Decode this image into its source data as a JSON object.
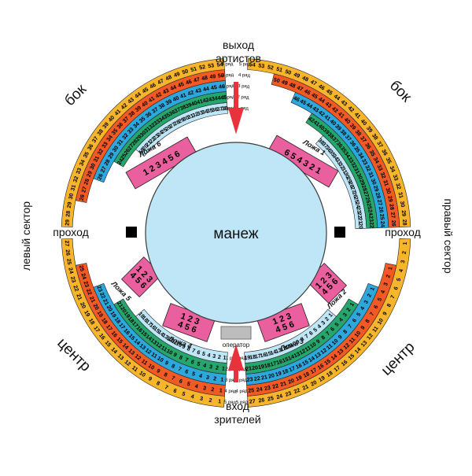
{
  "colors": {
    "arena": "#bfe6f6",
    "arena_stroke": "#3a3a3a",
    "row1": "#bfe6f6",
    "row2": "#26a56c",
    "row3": "#2ea7dc",
    "row4": "#f15a24",
    "row5": "#f7b52c",
    "box": "#ea5f9e",
    "arrow": "#e8333c",
    "operator_box": "#bdbdbd",
    "block": "#000000"
  },
  "labels": {
    "arena": "манеж",
    "exit": [
      "выход",
      "артистов"
    ],
    "entrance": [
      "вход",
      "зрителей"
    ],
    "aisle_left": "проход",
    "aisle_right": "проход",
    "left_sector": "левый сектор",
    "right_sector": "правый сектор",
    "side_left": "бок",
    "side_right": "бок",
    "center_left": "центр",
    "center_right": "центр",
    "operator": "оператор",
    "row_word": "ряд"
  },
  "sections": [
    {
      "id": "top-left",
      "rows": [
        {
          "row": "1",
          "seats": [
            "19",
            "20",
            "21",
            "22",
            "23",
            "24",
            "25",
            "26",
            "27",
            "28",
            "29",
            "30",
            "31",
            "32",
            "33",
            "34",
            "35",
            "36",
            "37",
            "38"
          ]
        },
        {
          "row": "2",
          "seats": [
            "24",
            "25",
            "26",
            "27",
            "28",
            "29",
            "30",
            "31",
            "32",
            "33",
            "34",
            "35",
            "36",
            "37",
            "38",
            "39",
            "40",
            "41",
            "42",
            "43",
            "44",
            "45"
          ]
        },
        {
          "row": "3",
          "seats": [
            "26",
            "27",
            "28",
            "29",
            "30",
            "31",
            "32",
            "33",
            "34",
            "35",
            "36",
            "37",
            "38",
            "39",
            "40",
            "41",
            "42",
            "43",
            "44",
            "45",
            "46"
          ]
        },
        {
          "row": "4",
          "seats": [
            "26",
            "27",
            "28",
            "29",
            "30",
            "31",
            "32",
            "33",
            "34",
            "35",
            "36",
            "37",
            "38",
            "39",
            "40",
            "41",
            "42",
            "43",
            "44",
            "45",
            "46",
            "47",
            "48",
            "49",
            "50"
          ]
        },
        {
          "row": "5",
          "seats": [
            "29",
            "28",
            "29",
            "30",
            "31",
            "32",
            "33",
            "34",
            "35",
            "36",
            "37",
            "38",
            "39",
            "40",
            "41",
            "42",
            "43",
            "44",
            "45",
            "46",
            "47",
            "48",
            "49",
            "50",
            "51",
            "52",
            "53",
            "54"
          ]
        }
      ]
    },
    {
      "id": "top-right",
      "rows": [
        {
          "row": "1",
          "seats": [
            "38",
            "37",
            "36",
            "35",
            "34",
            "33",
            "32",
            "31",
            "30",
            "29",
            "28",
            "27",
            "26",
            "25",
            "24",
            "23",
            "22",
            "21",
            "20"
          ]
        },
        {
          "row": "2",
          "seats": [
            "42",
            "41",
            "40",
            "39",
            "38",
            "37",
            "36",
            "35",
            "34",
            "33",
            "32",
            "31",
            "30",
            "29",
            "28",
            "27",
            "26",
            "25",
            "24",
            "23",
            "22"
          ]
        },
        {
          "row": "3",
          "seats": [
            "46",
            "45",
            "44",
            "43",
            "42",
            "41",
            "40",
            "39",
            "38",
            "37",
            "36",
            "35",
            "34",
            "33",
            "32",
            "31",
            "30",
            "29",
            "28",
            "27",
            "26",
            "25",
            "24"
          ]
        },
        {
          "row": "4",
          "seats": [
            "50",
            "49",
            "48",
            "47",
            "46",
            "45",
            "44",
            "43",
            "42",
            "41",
            "40",
            "39",
            "38",
            "37",
            "36",
            "35",
            "34",
            "33",
            "32",
            "31",
            "30",
            "29",
            "28",
            "27",
            "26"
          ]
        },
        {
          "row": "5",
          "seats": [
            "54",
            "53",
            "52",
            "51",
            "50",
            "49",
            "48",
            "47",
            "46",
            "45",
            "44",
            "43",
            "42",
            "41",
            "40",
            "39",
            "38",
            "37",
            "36",
            "35",
            "34",
            "33",
            "32",
            "31",
            "30",
            "29",
            "28"
          ]
        }
      ]
    },
    {
      "id": "bottom-left",
      "rows": [
        {
          "row": "1",
          "seats": [
            "19",
            "18",
            "17",
            "16",
            "15",
            "14",
            "13",
            "12",
            "11",
            "10",
            "9",
            "8",
            "7",
            "6",
            "5",
            "4",
            "3",
            "2",
            "1"
          ]
        },
        {
          "row": "2",
          "seats": [
            "21",
            "20",
            "19",
            "18",
            "17",
            "16",
            "15",
            "14",
            "13",
            "12",
            "11",
            "10",
            "9",
            "8",
            "7",
            "6",
            "5",
            "4",
            "3",
            "2",
            "1"
          ]
        },
        {
          "row": "3",
          "seats": [
            "23",
            "22",
            "21",
            "20",
            "19",
            "18",
            "17",
            "16",
            "15",
            "14",
            "13",
            "12",
            "11",
            "10",
            "9",
            "8",
            "7",
            "6",
            "5",
            "4",
            "3",
            "2",
            "1"
          ]
        },
        {
          "row": "4",
          "seats": [
            "25",
            "24",
            "23",
            "22",
            "21",
            "20",
            "19",
            "18",
            "17",
            "16",
            "15",
            "14",
            "13",
            "12",
            "11",
            "10",
            "9",
            "8",
            "7",
            "6",
            "5",
            "4",
            "3",
            "2",
            "1"
          ]
        },
        {
          "row": "5",
          "seats": [
            "27",
            "26",
            "25",
            "24",
            "23",
            "22",
            "21",
            "20",
            "19",
            "18",
            "17",
            "16",
            "15",
            "14",
            "13",
            "12",
            "11",
            "10",
            "9",
            "8",
            "7",
            "6",
            "5",
            "4",
            "3",
            "2",
            "1"
          ]
        }
      ]
    },
    {
      "id": "bottom-right",
      "rows": [
        {
          "row": "1",
          "seats": [
            "1",
            "2",
            "3",
            "4",
            "5",
            "6",
            "7",
            "8",
            "9",
            "10",
            "11",
            "12",
            "13",
            "14",
            "15",
            "16",
            "17",
            "18",
            "19"
          ]
        },
        {
          "row": "2",
          "seats": [
            "1",
            "2",
            "3",
            "4",
            "5",
            "6",
            "7",
            "8",
            "9",
            "10",
            "11",
            "12",
            "13",
            "14",
            "15",
            "16",
            "17",
            "18",
            "19",
            "20",
            "21"
          ]
        },
        {
          "row": "3",
          "seats": [
            "1",
            "2",
            "3",
            "4",
            "5",
            "6",
            "7",
            "8",
            "9",
            "10",
            "11",
            "12",
            "13",
            "14",
            "15",
            "16",
            "17",
            "18",
            "19",
            "20",
            "21",
            "22",
            "23"
          ]
        },
        {
          "row": "4",
          "seats": [
            "1",
            "2",
            "3",
            "4",
            "5",
            "6",
            "7",
            "8",
            "9",
            "10",
            "11",
            "12",
            "13",
            "14",
            "15",
            "16",
            "17",
            "18",
            "19",
            "20",
            "21",
            "22",
            "23",
            "24",
            "25"
          ]
        },
        {
          "row": "5",
          "seats": [
            "1",
            "2",
            "3",
            "4",
            "5",
            "6",
            "7",
            "8",
            "9",
            "10",
            "11",
            "12",
            "13",
            "14",
            "15",
            "16",
            "17",
            "18",
            "19",
            "20",
            "21",
            "22",
            "23",
            "24",
            "25",
            "26",
            "27"
          ]
        }
      ]
    }
  ],
  "boxes": [
    {
      "label": "Ложа 1",
      "lines": [
        "6 5 4 3 2 1"
      ]
    },
    {
      "label": "Ложа 2",
      "lines": [
        "1 2 3",
        "4 5 6"
      ]
    },
    {
      "label": "Ложа 3",
      "lines": [
        "1 2 3",
        "4 5 6"
      ]
    },
    {
      "label": "Ложа 4",
      "lines": [
        "1 2 3",
        "4 5 6"
      ]
    },
    {
      "label": "Ложа 5",
      "lines": [
        "1 2 3",
        "4 5 6"
      ]
    },
    {
      "label": "Ложа 6",
      "lines": [
        "1 2 3 4 5 6"
      ]
    }
  ]
}
